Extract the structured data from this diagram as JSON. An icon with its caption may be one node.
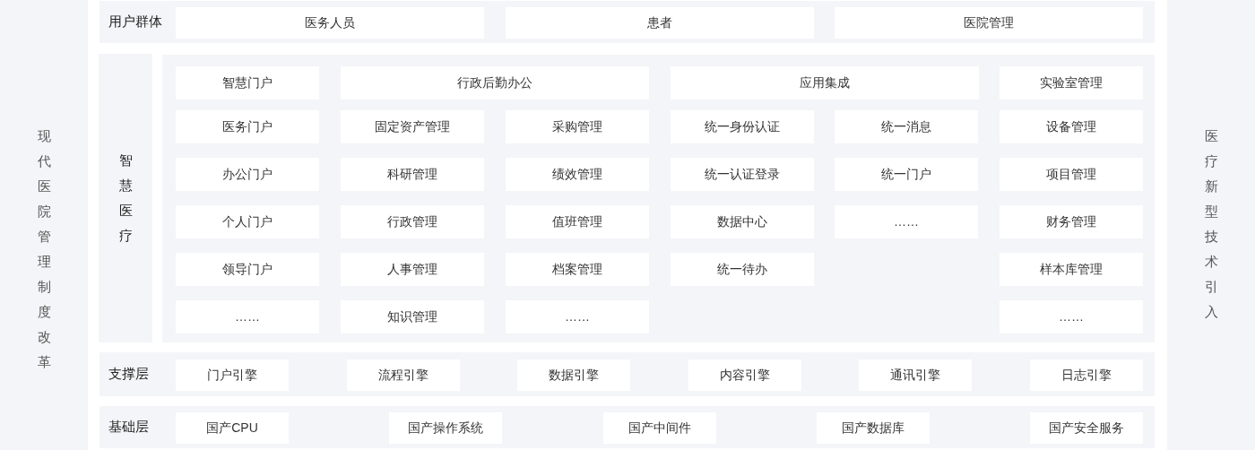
{
  "diagram": {
    "nodes": [
      {
        "text": [
          "现代医院管理制度改革"
        ]
      },
      {
        "text": [
          "用户群体"
        ]
      },
      {
        "text": [
          "医务人员"
        ],
        "in": 1
      },
      {
        "text": [
          "患者"
        ],
        "in": 1
      },
      {
        "text": [
          "医院管理"
        ],
        "in": 1
      },
      {
        "text": [
          "智慧医疗"
        ]
      },
      {
        "text": [],
        "shape": "box"
      },
      {
        "text": [
          "智慧门户"
        ],
        "in": 6
      },
      {
        "text": [
          "行政后勤办公"
        ],
        "in": 6
      },
      {
        "text": [
          "应用集成"
        ],
        "in": 6
      },
      {
        "text": [
          "实验室管理"
        ],
        "in": 6
      },
      {
        "text": [
          "医务门户"
        ],
        "in": 6
      },
      {
        "text": [
          "固定资产管理"
        ],
        "in": 6
      },
      {
        "text": [
          "采购管理"
        ],
        "in": 6
      },
      {
        "text": [
          "统一身份认证"
        ],
        "in": 6
      },
      {
        "text": [
          "统一消息"
        ],
        "in": 6
      },
      {
        "text": [
          "设备管理"
        ],
        "in": 6
      },
      {
        "text": [
          "办公门户"
        ],
        "in": 6
      },
      {
        "text": [
          "科研管理"
        ],
        "in": 6
      },
      {
        "text": [
          "绩效管理"
        ],
        "in": 6
      },
      {
        "text": [
          "统一认证登录"
        ],
        "in": 6
      },
      {
        "text": [
          "统一门户"
        ],
        "in": 6
      },
      {
        "text": [
          "项目管理"
        ],
        "in": 6
      },
      {
        "text": [
          "个人门户"
        ],
        "in": 6
      },
      {
        "text": [
          "行政管理"
        ],
        "in": 6
      },
      {
        "text": [
          "值班管理"
        ],
        "in": 6
      },
      {
        "text": [
          "数据中心"
        ],
        "in": 6
      },
      {
        "text": [
          "……"
        ],
        "in": 6
      },
      {
        "text": [
          "财务管理"
        ],
        "in": 6
      },
      {
        "text": [
          "领导门户"
        ],
        "in": 6
      },
      {
        "text": [
          "人事管理"
        ],
        "in": 6
      },
      {
        "text": [
          "档案管理"
        ],
        "in": 6
      },
      {
        "text": [
          "统一待办"
        ],
        "in": 6
      },
      {
        "text": [
          "样本库管理"
        ],
        "in": 6
      },
      {
        "text": [
          "……"
        ],
        "in": 6
      },
      {
        "text": [
          "知识管理"
        ],
        "in": 6
      },
      {
        "text": [
          "……"
        ],
        "in": 6
      },
      {
        "text": [
          "……"
        ],
        "in": 6
      },
      {
        "text": [
          "支撑层"
        ]
      },
      {
        "text": [
          "门户引擎"
        ],
        "in": 38
      },
      {
        "text": [
          "流程引擎"
        ],
        "in": 38
      },
      {
        "text": [
          "数据引擎"
        ],
        "in": 38
      },
      {
        "text": [
          "内容引擎"
        ],
        "in": 38
      },
      {
        "text": [
          "通讯引擎"
        ],
        "in": 38
      },
      {
        "text": [
          "日志引擎"
        ],
        "in": 38
      },
      {
        "text": [
          "基础层"
        ]
      },
      {
        "text": [
          "国产CPU"
        ],
        "in": 45
      },
      {
        "text": [
          "国产操作系统"
        ],
        "in": 45
      },
      {
        "text": [
          "国产中间件"
        ],
        "in": 45
      },
      {
        "text": [
          "国产数据库"
        ],
        "in": 45
      },
      {
        "text": [
          "国产安全服务"
        ],
        "in": 45
      },
      {
        "text": [
          "医疗新型技术引入"
        ]
      }
    ]
  }
}
